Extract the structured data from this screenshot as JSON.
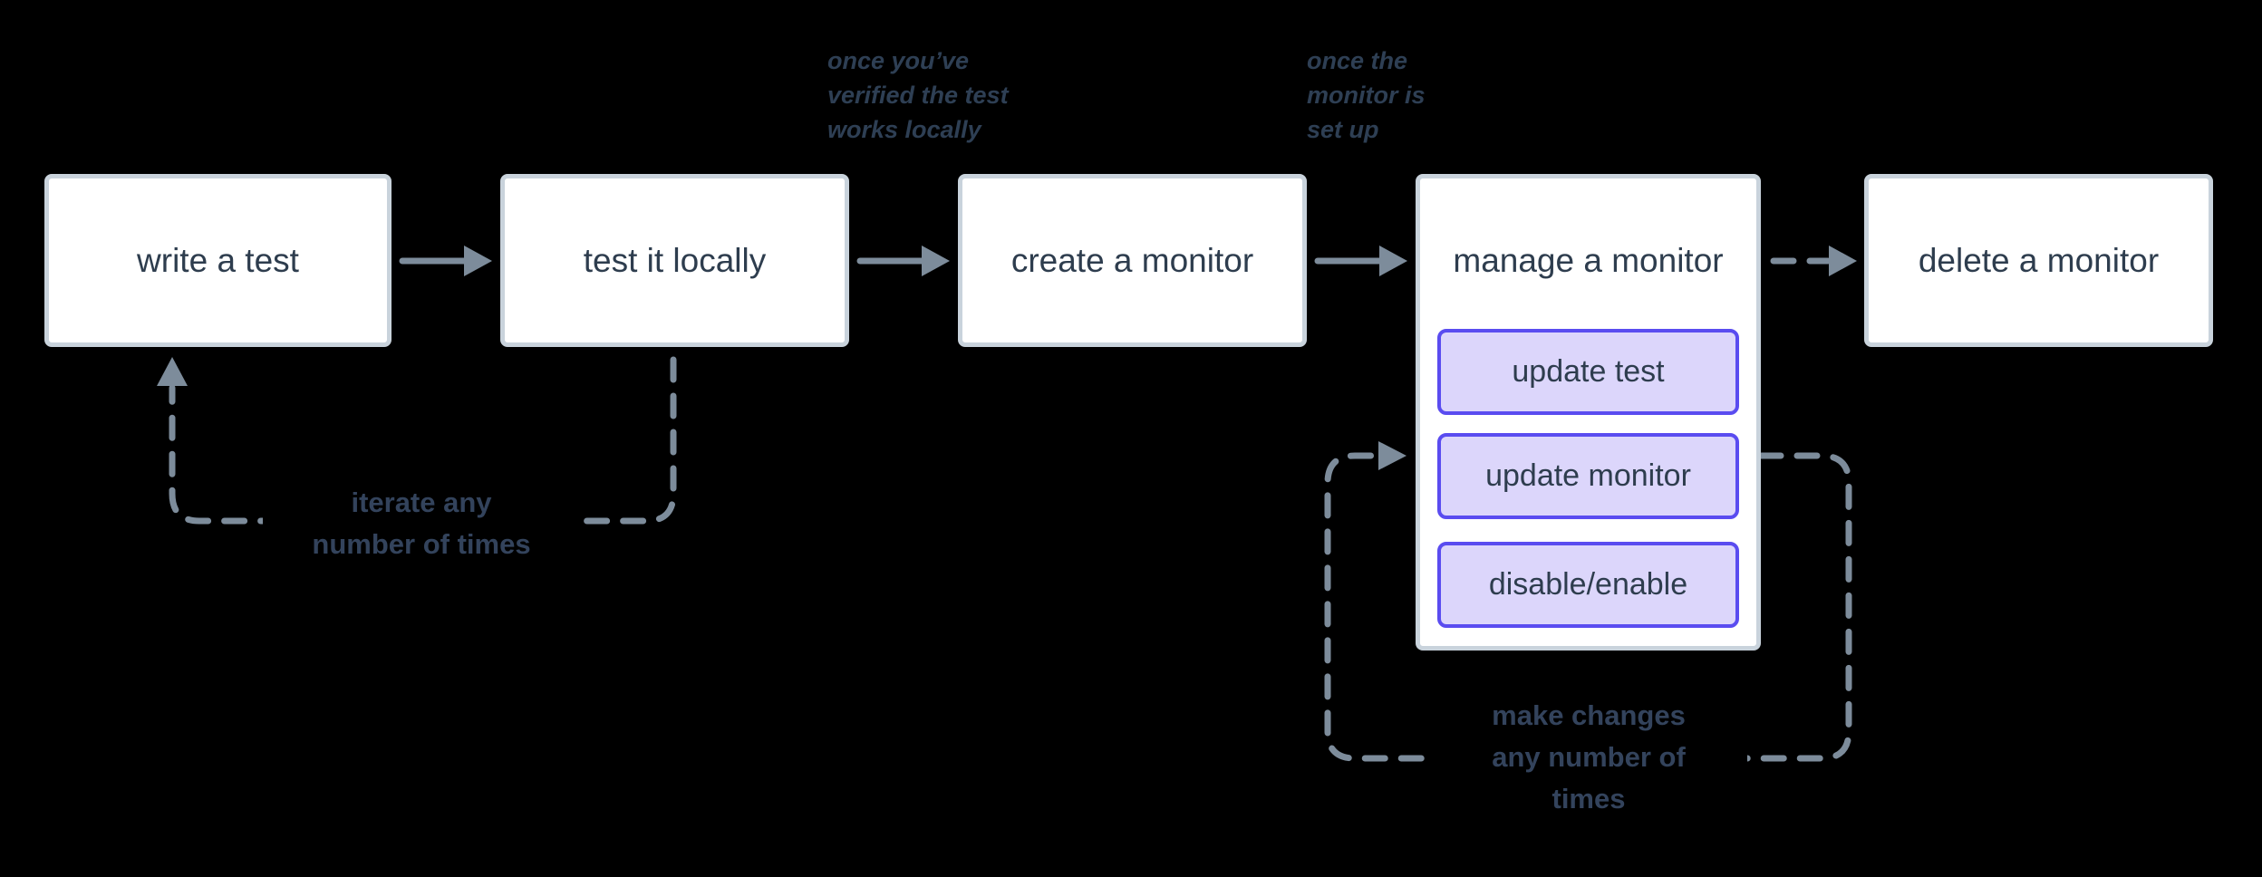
{
  "diagram": {
    "background": "#000000",
    "colors": {
      "node_fill": "#ffffff",
      "node_border": "#c9d3dc",
      "node_text": "#2e3d4e",
      "subnode_fill": "#dcd6fb",
      "subnode_border": "#5a4cf0",
      "arrow": "#7d8c9b",
      "annotation_text": "#2e3f54",
      "loop_label_text": "#33435c"
    },
    "nodes": [
      {
        "id": "write-test",
        "label": "write a test"
      },
      {
        "id": "test-locally",
        "label": "test it locally"
      },
      {
        "id": "create-monitor",
        "label": "create a monitor"
      },
      {
        "id": "manage-monitor",
        "label": "manage a monitor",
        "children": [
          {
            "label": "update test"
          },
          {
            "label": "update monitor"
          },
          {
            "label": "disable/enable"
          }
        ]
      },
      {
        "id": "delete-monitor",
        "label": "delete a monitor"
      }
    ],
    "annotations": [
      {
        "id": "verified-note",
        "lines": [
          "once you’ve",
          "verified the test",
          "works locally"
        ]
      },
      {
        "id": "setup-note",
        "lines": [
          "once the",
          "monitor is",
          "set up"
        ]
      }
    ],
    "loop_labels": [
      {
        "id": "iterate-loop",
        "lines": [
          "iterate any",
          "number of times"
        ]
      },
      {
        "id": "make-changes-loop",
        "lines": [
          "make changes",
          "any number of",
          "times"
        ]
      }
    ],
    "edges": [
      {
        "from": "write-test",
        "to": "test-locally",
        "style": "solid"
      },
      {
        "from": "test-locally",
        "to": "create-monitor",
        "style": "solid"
      },
      {
        "from": "create-monitor",
        "to": "manage-monitor",
        "style": "solid"
      },
      {
        "from": "manage-monitor",
        "to": "delete-monitor",
        "style": "dashed"
      },
      {
        "from": "test-locally",
        "to": "write-test",
        "style": "dashed-loop"
      },
      {
        "from": "manage-monitor",
        "to": "manage-monitor",
        "style": "dashed-loop"
      }
    ]
  }
}
